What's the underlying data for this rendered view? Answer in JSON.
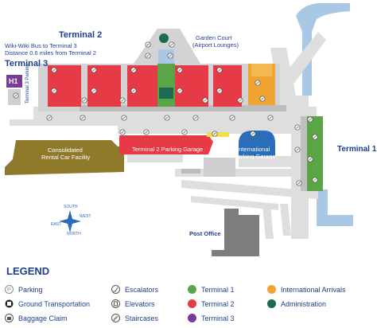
{
  "map": {
    "terminal2_label": "Terminal 2",
    "terminal3_label": "Terminal 3",
    "terminal1_label": "Terminal 1",
    "wikiwiki_line1": "Wiki-Wiki Bus to Terminal 3",
    "wikiwiki_line2": "Distance 0.6 miles from Terminal 2",
    "h1_label": "H1",
    "terminal3_parking": "Terminal 3 Parking",
    "garden_court_line1": "Garden Court",
    "garden_court_line2": "(Airport Lounges)",
    "consolidated_line1": "Consolidated",
    "consolidated_line2": "Rental Car Facility",
    "t2_garage": "Terminal 2 Parking Garage",
    "intl_garage_line1": "International",
    "intl_garage_line2": "Parking Garage",
    "post_office": "Post Office",
    "compass": {
      "south": "SOUTH",
      "west": "WEST",
      "east": "EAST",
      "north": "NORTH"
    }
  },
  "legend": {
    "title": "LEGEND",
    "items": [
      {
        "label": "Parking",
        "icon": "parking-icon"
      },
      {
        "label": "Ground Transportation",
        "icon": "bus-icon"
      },
      {
        "label": "Baggage Claim",
        "icon": "baggage-icon"
      },
      {
        "label": "Escalators",
        "icon": "escalator-icon"
      },
      {
        "label": "Elevators",
        "icon": "elevator-icon"
      },
      {
        "label": "Staircases",
        "icon": "stairs-icon"
      },
      {
        "label": "Terminal 1",
        "color": "#5aa646"
      },
      {
        "label": "Terminal 2",
        "color": "#e63a46"
      },
      {
        "label": "Terminal 3",
        "color": "#7a3a97"
      },
      {
        "label": "International Arrivals",
        "color": "#f0a431"
      },
      {
        "label": "Administration",
        "color": "#1c6b50"
      }
    ]
  },
  "colors": {
    "terminal1": "#5aa646",
    "terminal2": "#e63a46",
    "terminal3": "#7a3a97",
    "international": "#f0a431",
    "administration": "#1c6b50",
    "rental": "#8f7a2c",
    "intl_garage": "#2a6db8",
    "post_office": "#7d7d7d",
    "roads": "#dcdcdc",
    "water": "#a9c8e6"
  }
}
